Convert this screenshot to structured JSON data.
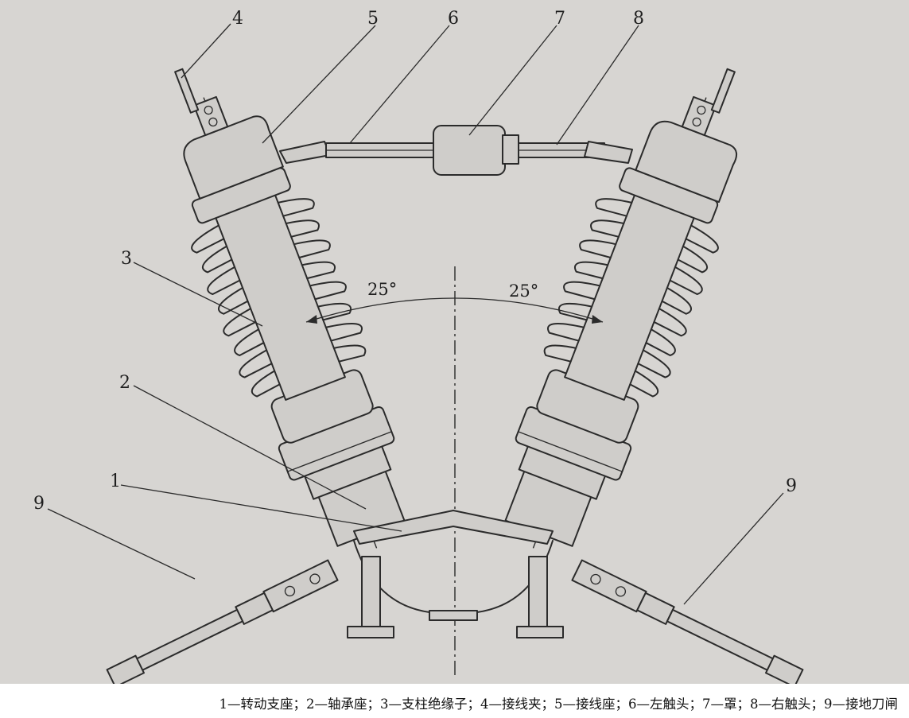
{
  "figure": {
    "callouts": [
      {
        "id": "1",
        "text": "1"
      },
      {
        "id": "2",
        "text": "2"
      },
      {
        "id": "3",
        "text": "3"
      },
      {
        "id": "4",
        "text": "4"
      },
      {
        "id": "5",
        "text": "5"
      },
      {
        "id": "6",
        "text": "6"
      },
      {
        "id": "7",
        "text": "7"
      },
      {
        "id": "8",
        "text": "8"
      },
      {
        "id": "9",
        "text": "9"
      }
    ],
    "angle_left": "25°",
    "angle_right": "25°",
    "caption": "1—转动支座；2—轴承座；3—支柱绝缘子；4—接线夹；5—接线座；6—左触头；7—罩；8—右触头；9—接地刀闸"
  }
}
